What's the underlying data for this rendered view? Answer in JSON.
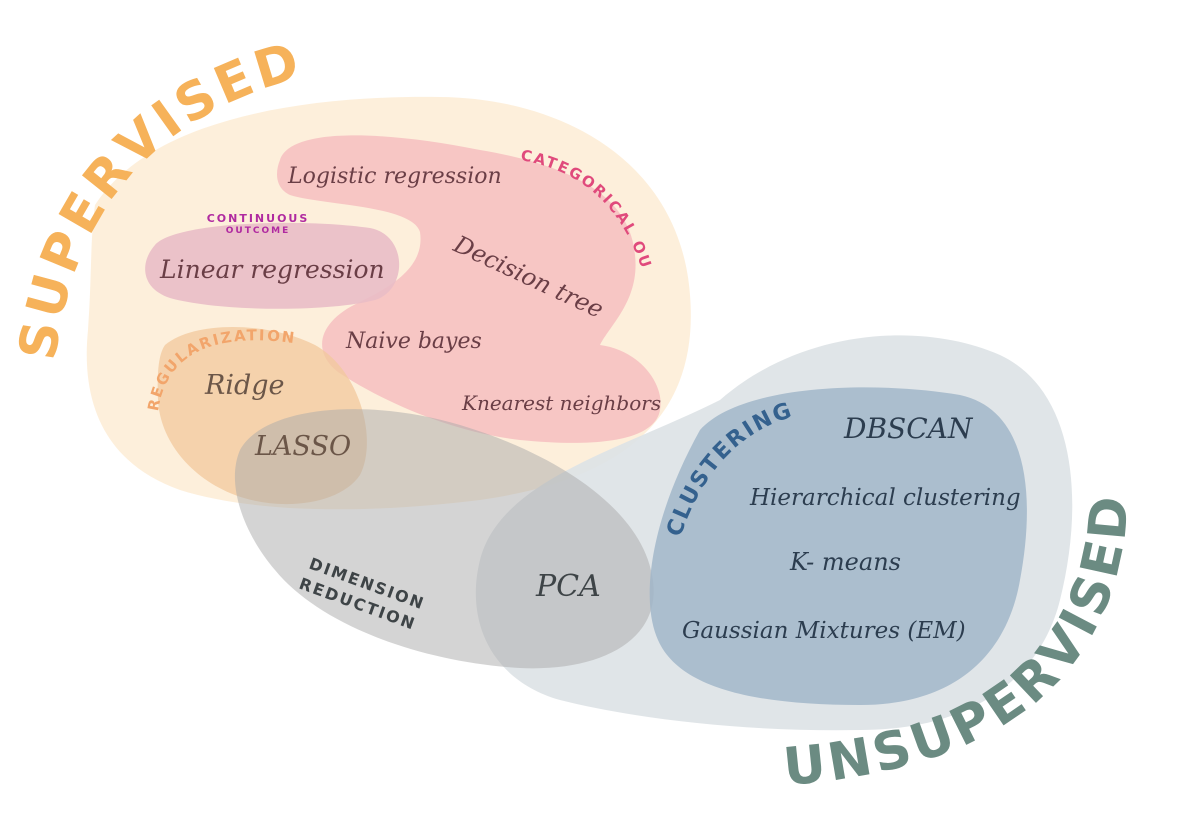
{
  "regions": {
    "supervised": {
      "label": "SUPERVISED",
      "fill": "#fdeed9",
      "text_color": "#f6b25a"
    },
    "unsupervised": {
      "label": "UNSUPERVISED",
      "fill": "#dde3e6",
      "text_color": "#6b8b82"
    },
    "categorical": {
      "label": "CATEGORICAL OUTCOME",
      "fill": "#f7c3c3",
      "text_color": "#e04a7c"
    },
    "continuous": {
      "label_line1": "CONTINUOUS",
      "label_line2": "OUTCOME",
      "fill": "#e9bcc6",
      "text_color": "#b02aa0"
    },
    "regularization": {
      "label": "REGULARIZATION",
      "fill": "#f2c89c",
      "text_color": "#f2a56b"
    },
    "dimension_reduction": {
      "label_line1": "DIMENSION",
      "label_line2": "REDUCTION",
      "fill": "#a9a9a9",
      "text_color": "#3e4447"
    },
    "clustering": {
      "label": "CLUSTERING",
      "fill": "#9fb5c8",
      "text_color": "#34618e"
    }
  },
  "methods": {
    "logistic_regression": "Logistic regression",
    "linear_regression": "Linear regression",
    "decision_tree": "Decision tree",
    "naive_bayes": "Naive bayes",
    "knn": "Knearest neighbors",
    "ridge": "Ridge",
    "lasso": "LASSO",
    "pca": "PCA",
    "dbscan": "DBSCAN",
    "hierarchical_clustering": "Hierarchical clustering",
    "kmeans": "K- means",
    "gaussian_mixtures": "Gaussian Mixtures (EM)"
  },
  "text_colors": {
    "supervised_methods": "#6a3e46",
    "regularization_methods": "#6b5648",
    "pca": "#3e4447",
    "clustering_methods": "#2c3d4f"
  }
}
